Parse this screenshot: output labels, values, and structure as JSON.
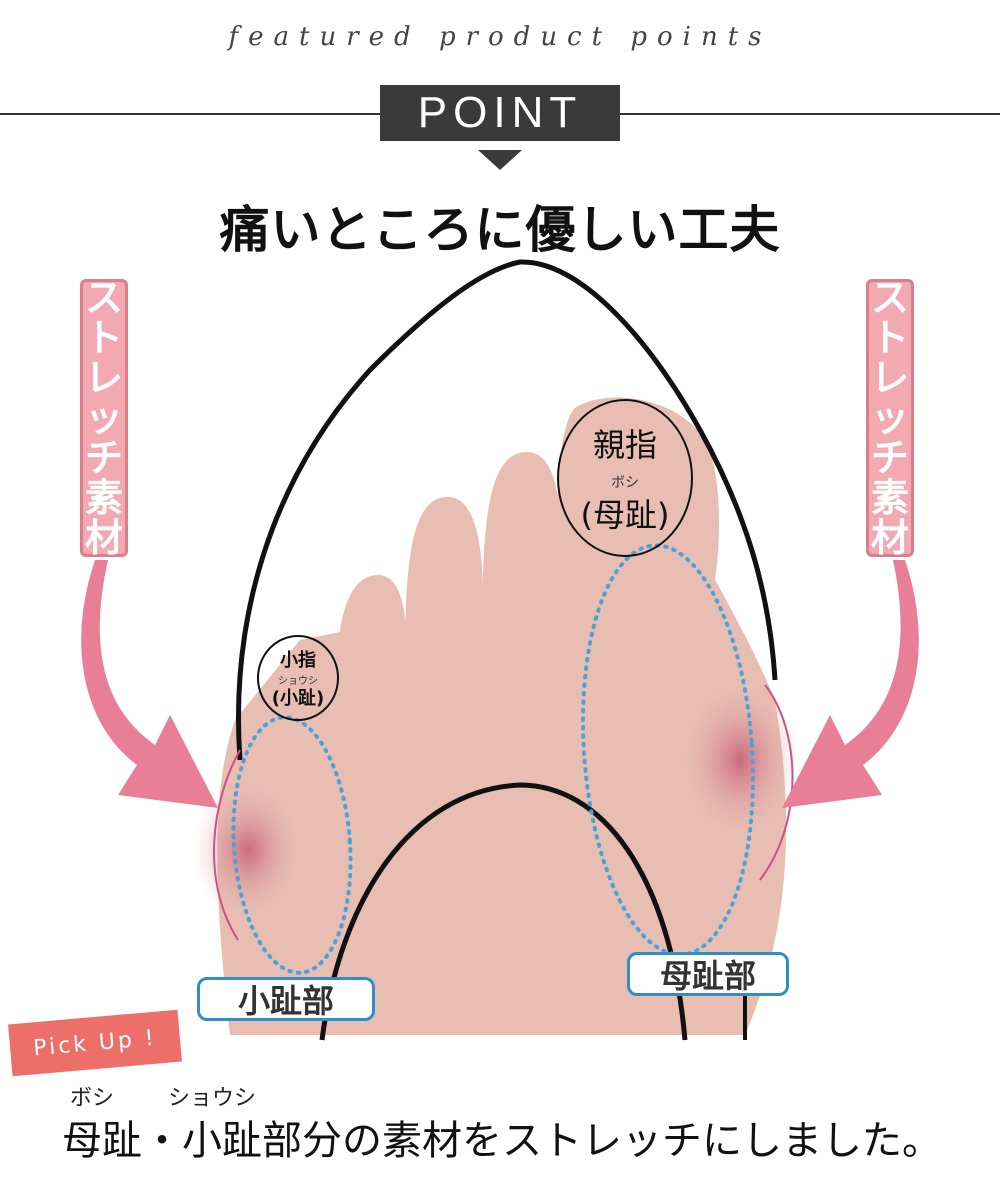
{
  "header": {
    "script_title": "featured product points",
    "point_label": "POINT",
    "headline": "痛いところに優しい工夫"
  },
  "side_labels": {
    "left_chars": [
      "ス",
      "ト",
      "レ",
      "ッ",
      "チ",
      "素",
      "材"
    ],
    "right_chars": [
      "ス",
      "ト",
      "レ",
      "ッ",
      "チ",
      "素",
      "材"
    ]
  },
  "annotations": {
    "big_toe": {
      "name": "親指",
      "ruby": "ボシ",
      "reading": "(母趾)"
    },
    "little_toe": {
      "name": "小指",
      "ruby": "ショウシ",
      "reading": "(小趾)"
    }
  },
  "labels": {
    "little_toe_area": "小趾部",
    "big_toe_area": "母趾部"
  },
  "pickup": {
    "label": "Pick Up !"
  },
  "caption": {
    "ruby_left": "ボシ",
    "ruby_right": "ショウシ",
    "text": "母趾・小趾部分の素材をストレッチにしました。"
  },
  "colors": {
    "skin": "#e8bdb2",
    "pink_arrow": "#e87f97",
    "stretch_fill": "#f2a9b2",
    "dotted_outline": "#4aa3d8",
    "pickup": "#ec6f6a",
    "point_box": "#3a3a3a"
  }
}
